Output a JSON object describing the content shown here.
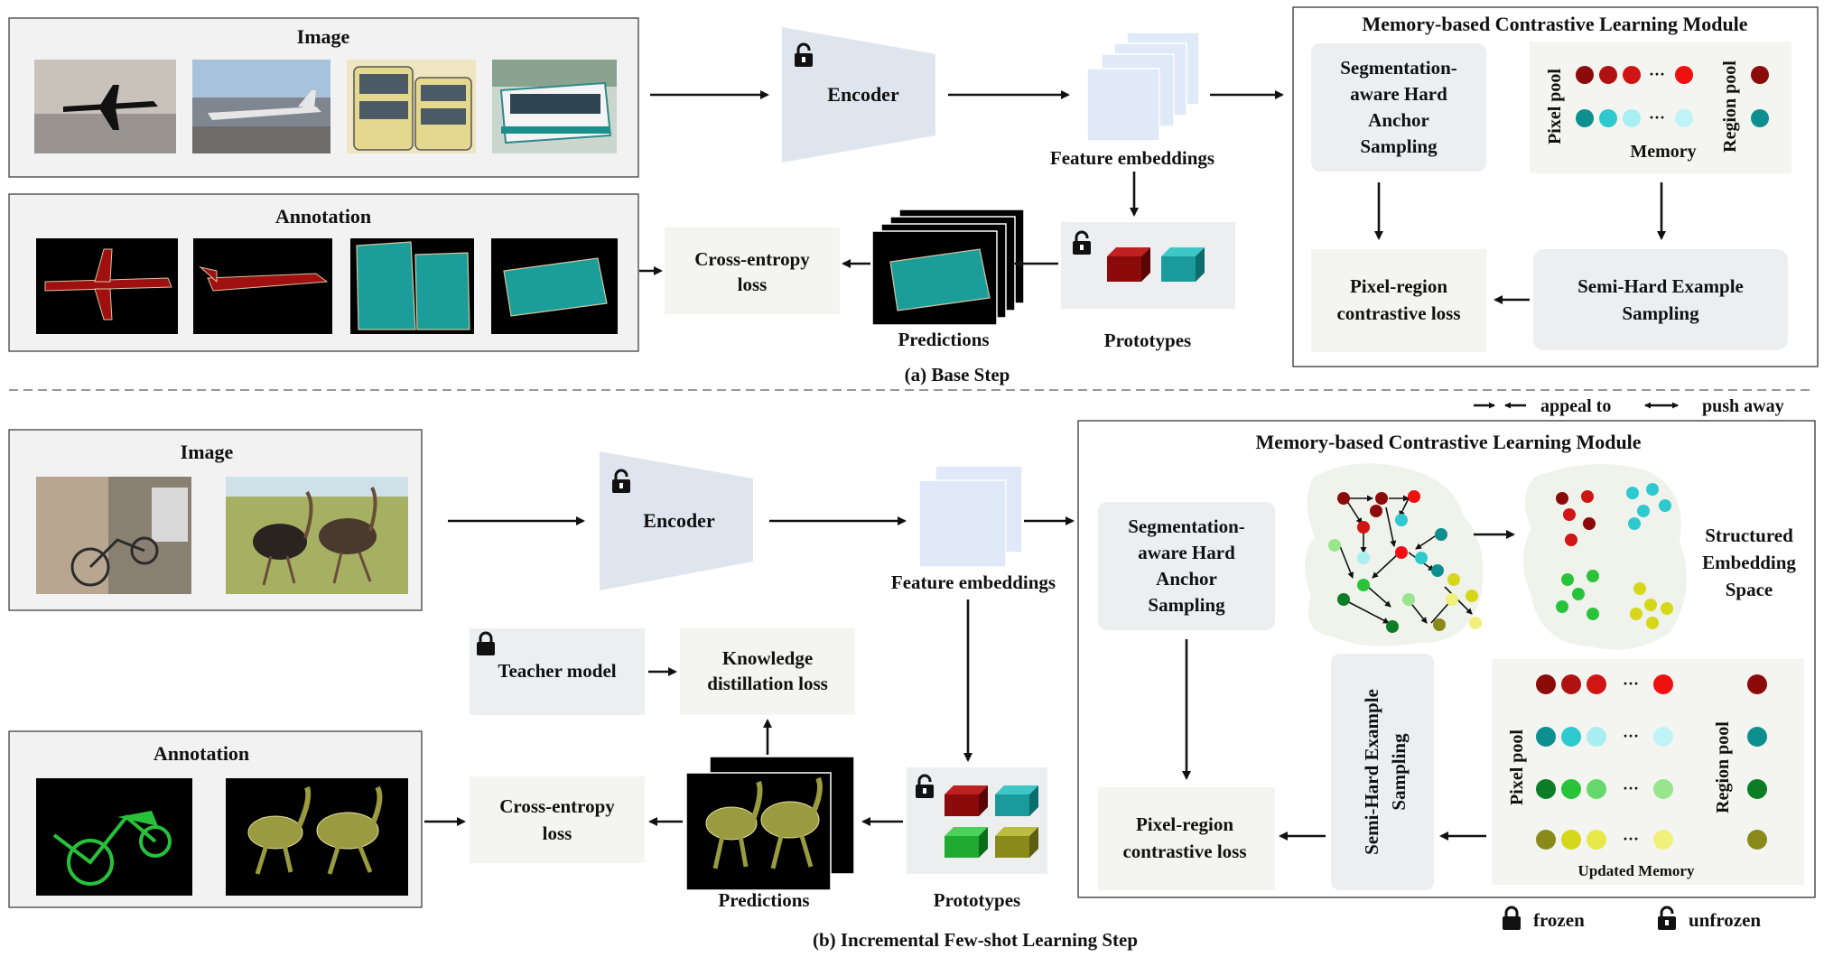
{
  "base": {
    "image_title": "Image",
    "annotation_title": "Annotation",
    "encoder": "Encoder",
    "feature_embeddings": "Feature embeddings",
    "cross_entropy": [
      "Cross-entropy",
      "loss"
    ],
    "predictions": "Predictions",
    "prototypes": "Prototypes",
    "caption": "(a) Base Step",
    "module": {
      "title": "Memory-based Contrastive Learning Module",
      "sha": [
        "Segmentation-",
        "aware Hard",
        "Anchor",
        "Sampling"
      ],
      "pixel_pool": "Pixel pool",
      "region_pool": "Region pool",
      "memory": "Memory",
      "ellipsis": "···",
      "pixel_region": [
        "Pixel-region",
        "contrastive loss"
      ],
      "semi_hard": [
        "Semi-Hard Example",
        "Sampling"
      ]
    }
  },
  "legend": {
    "appeal_to": "appeal to",
    "push_away": "push away",
    "frozen": "frozen",
    "unfrozen": "unfrozen"
  },
  "incremental": {
    "image_title": "Image",
    "annotation_title": "Annotation",
    "encoder": "Encoder",
    "feature_embeddings": "Feature embeddings",
    "teacher": "Teacher model",
    "kd_loss": [
      "Knowledge",
      "distillation loss"
    ],
    "cross_entropy": [
      "Cross-entropy",
      "loss"
    ],
    "predictions": "Predictions",
    "prototypes": "Prototypes",
    "caption": "(b) Incremental Few-shot Learning Step",
    "module": {
      "title": "Memory-based Contrastive Learning Module",
      "sha": [
        "Segmentation-",
        "aware Hard",
        "Anchor",
        "Sampling"
      ],
      "structured": [
        "Structured",
        "Embedding",
        "Space"
      ],
      "semi_hard": [
        "Semi-Hard Example",
        "Sampling"
      ],
      "pixel_pool": "Pixel pool",
      "region_pool": "Region pool",
      "updated_memory": "Updated Memory",
      "ellipsis": "···",
      "pixel_region": [
        "Pixel-region",
        "contrastive loss"
      ]
    }
  },
  "colors": {
    "panel_bg": "#f2f2f2",
    "soft_box": "#f4f5f0",
    "gray_box": "#eceef0",
    "encoder": "#dfe5ee",
    "feature": "#dfe9f7",
    "dark_red": "#8b0a0a",
    "red": "#d11414",
    "bright_red": "#f01010",
    "teal": "#0e8f8f",
    "cyan": "#2ec9cf",
    "light_cyan": "#a8eef2",
    "dark_green": "#0b7d24",
    "green": "#27c43a",
    "light_green": "#99e58d",
    "olive": "#8a8a1a",
    "yellow": "#d6d61a",
    "light_yellow": "#f0f07a",
    "mask_teal": "#1b9e9a",
    "mask_red": "#a01010",
    "mask_olive": "#9a9a40",
    "mask_green": "#28c23a"
  }
}
